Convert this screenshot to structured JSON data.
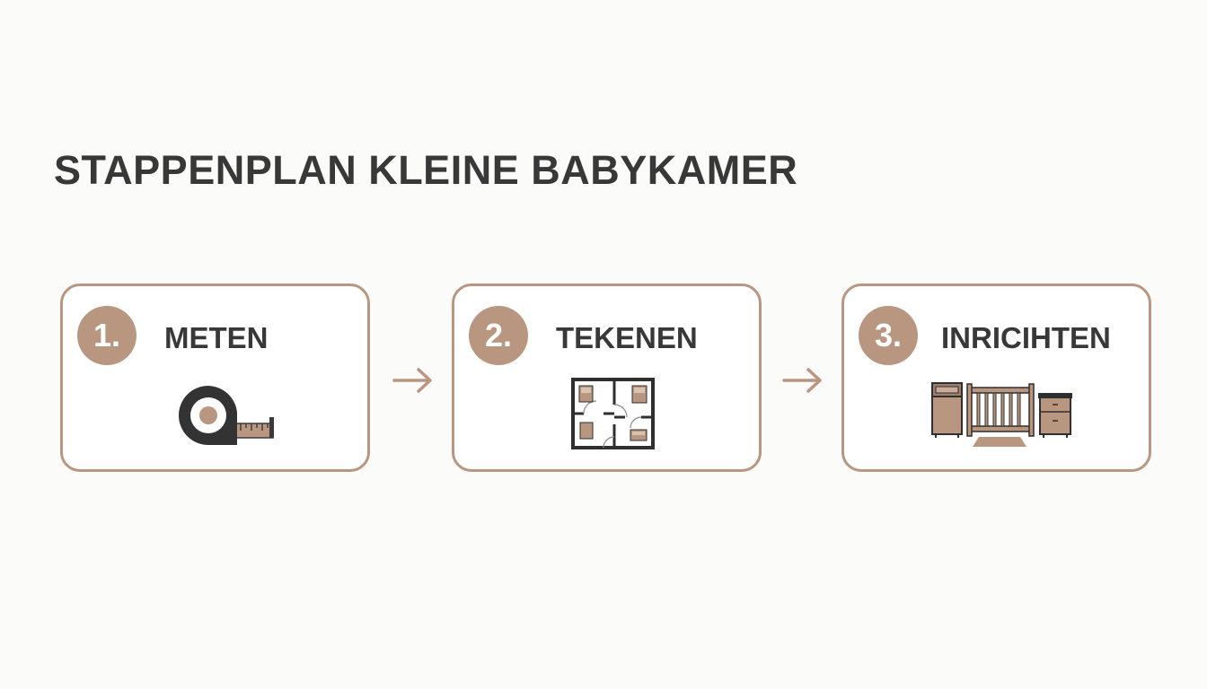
{
  "title": "STAPPENPLAN KLEINE BABYKAMER",
  "accent_color": "#b89680",
  "text_color": "#383838",
  "steps": [
    {
      "number": "1.",
      "label": "METEN",
      "icon": "tape-measure-icon"
    },
    {
      "number": "2.",
      "label": "TEKENEN",
      "icon": "floor-plan-icon"
    },
    {
      "number": "3.",
      "label": "INRICIHTEN",
      "icon": "nursery-furniture-icon"
    }
  ],
  "connector_icon": "arrow-right-icon"
}
